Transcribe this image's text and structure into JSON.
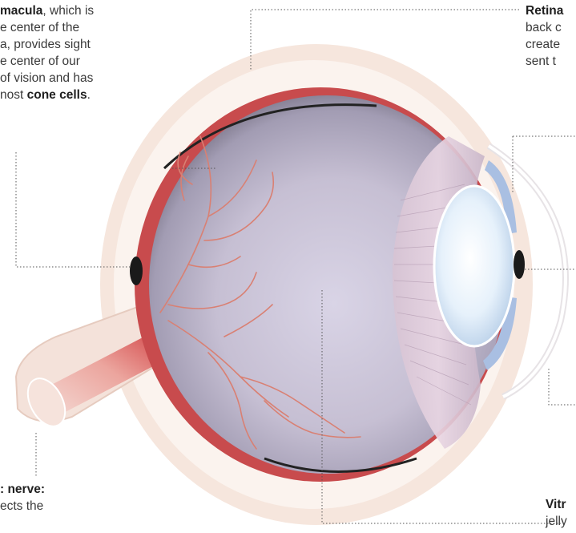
{
  "labels": {
    "macula": {
      "line1_bold": "macula",
      "line1_rest": ", which is",
      "line2": "e center of the",
      "line3": "a, provides sight",
      "line4": "e center of our",
      "line5": "of vision and has",
      "line6_pre": "nost ",
      "line6_bold": "cone cells",
      "line6_post": "."
    },
    "retina": {
      "title": "Retina",
      "line2": "back c",
      "line3": "create",
      "line4": "sent t"
    },
    "optic_nerve": {
      "title": ": nerve:",
      "line2": "ects the"
    },
    "vitreous": {
      "title": "Vitr",
      "line2": "jelly"
    }
  },
  "colors": {
    "text": "#3a3a3a",
    "leader_line": "#555555",
    "sclera_outer": "#f5e3d9",
    "eyeball": "#cdc6d6",
    "choroid_red": "#d9383b",
    "vessels": "#d88074",
    "lens": "#dfeefa",
    "iris": "#a7bde0",
    "pupil": "#1a1a1a"
  }
}
